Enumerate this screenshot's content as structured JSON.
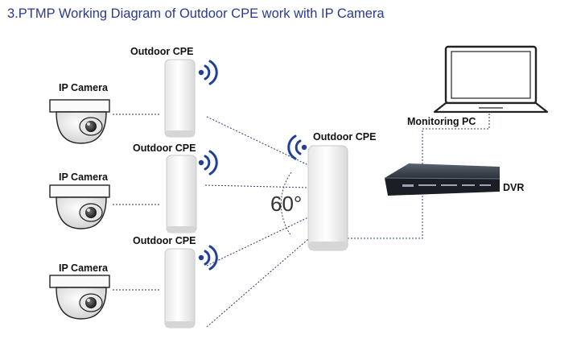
{
  "title": "3.PTMP Working Diagram of Outdoor CPE work with IP Camera",
  "labels": {
    "cpe_top": "Outdoor CPE",
    "cpe_middle": "Outdoor CPE",
    "cpe_bottom": "Outdoor CPE",
    "cpe_central": "Outdoor CPE",
    "camera_top": "IP Camera",
    "camera_middle": "IP Camera",
    "camera_bottom": "IP Camera",
    "monitoring_pc": "Monitoring PC",
    "dvr": "DVR",
    "angle": "60°"
  },
  "icons": {
    "wifi": "wifi-signal-icon",
    "camera": "dome-camera-icon",
    "cpe": "outdoor-cpe-unit",
    "laptop": "laptop-icon",
    "dvr": "dvr-recorder-icon"
  },
  "colors": {
    "title": "#2a3a8f",
    "signal": "#1f3f9a",
    "link": "#2a3a7a"
  }
}
